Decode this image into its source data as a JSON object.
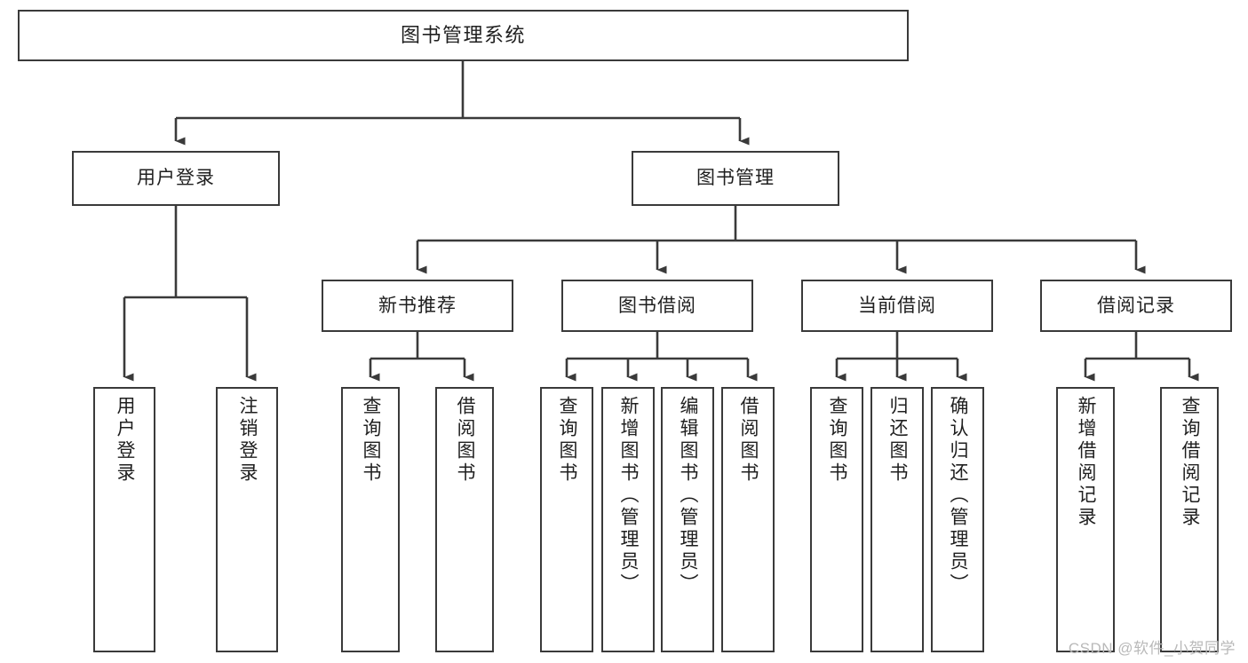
{
  "diagram": {
    "type": "tree",
    "title": "图书管理系统",
    "orientation": "top-down",
    "colors": {
      "box_border": "#3a3a3a",
      "box_fill": "#ffffff",
      "connector": "#3a3a3a",
      "text": "#1f1f1f",
      "watermark": "#b9b9b9"
    },
    "root": {
      "label": "图书管理系统"
    },
    "level2": [
      {
        "id": "user-login",
        "label": "用户登录"
      },
      {
        "id": "book-manage",
        "label": "图书管理"
      }
    ],
    "level3": [
      {
        "id": "new-book-recommend",
        "label": "新书推荐",
        "parent": "book-manage"
      },
      {
        "id": "book-borrow",
        "label": "图书借阅",
        "parent": "book-manage"
      },
      {
        "id": "current-borrow",
        "label": "当前借阅",
        "parent": "book-manage"
      },
      {
        "id": "borrow-record",
        "label": "借阅记录",
        "parent": "book-manage"
      }
    ],
    "leaves": {
      "user-login": [
        {
          "id": "leaf-user-login",
          "label": "用户登录"
        },
        {
          "id": "leaf-logout",
          "label": "注销登录"
        }
      ],
      "new-book-recommend": [
        {
          "id": "leaf-query-book-1",
          "label": "查询图书"
        },
        {
          "id": "leaf-borrow-book-1",
          "label": "借阅图书"
        }
      ],
      "book-borrow": [
        {
          "id": "leaf-query-book-2",
          "label": "查询图书"
        },
        {
          "id": "leaf-add-book",
          "label": "新增图书（管理员）"
        },
        {
          "id": "leaf-edit-book",
          "label": "编辑图书（管理员）"
        },
        {
          "id": "leaf-borrow-book-2",
          "label": "借阅图书"
        }
      ],
      "current-borrow": [
        {
          "id": "leaf-query-book-3",
          "label": "查询图书"
        },
        {
          "id": "leaf-return-book",
          "label": "归还图书"
        },
        {
          "id": "leaf-confirm-return",
          "label": "确认归还（管理员）"
        }
      ],
      "borrow-record": [
        {
          "id": "leaf-add-record",
          "label": "新增借阅记录"
        },
        {
          "id": "leaf-query-record",
          "label": "查询借阅记录"
        }
      ]
    }
  },
  "watermark": {
    "text": "CSDN @软件_小贺同学"
  }
}
